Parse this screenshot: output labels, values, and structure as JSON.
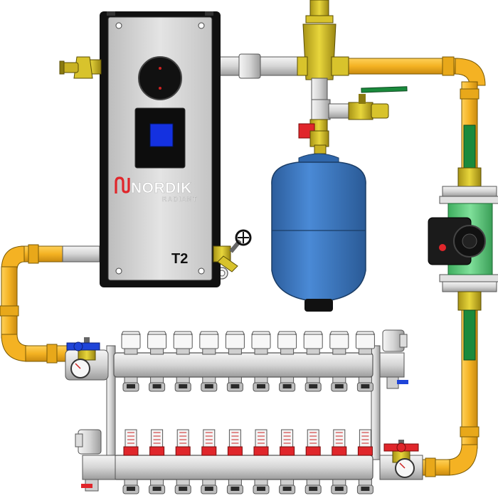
{
  "brand": {
    "name": "NORDIK",
    "subtitle": "RADIANT",
    "logo_mark": "T2"
  },
  "colors": {
    "pipe_yellow": "#f4b223",
    "boiler_body": "#d9d9d9",
    "boiler_frame": "#111111",
    "display_blue": "#1431e0",
    "tank_blue": "#3b79c4",
    "pump_green": "#6fd08a",
    "valve_brass": "#d8c32c",
    "handle_red": "#e0262b",
    "handle_blue": "#1f44d8",
    "handle_green": "#1a8a3c",
    "manifold_grey": "#e3e3e3"
  },
  "manifold": {
    "loop_count": 10
  },
  "icons": [
    "boiler-icon",
    "expansion-tank-icon",
    "circulator-pump-icon",
    "air-vent-icon",
    "ball-valve-icon",
    "pressure-gauge-icon",
    "flow-meter-icon",
    "actuator-icon",
    "handwheel-valve-icon"
  ]
}
